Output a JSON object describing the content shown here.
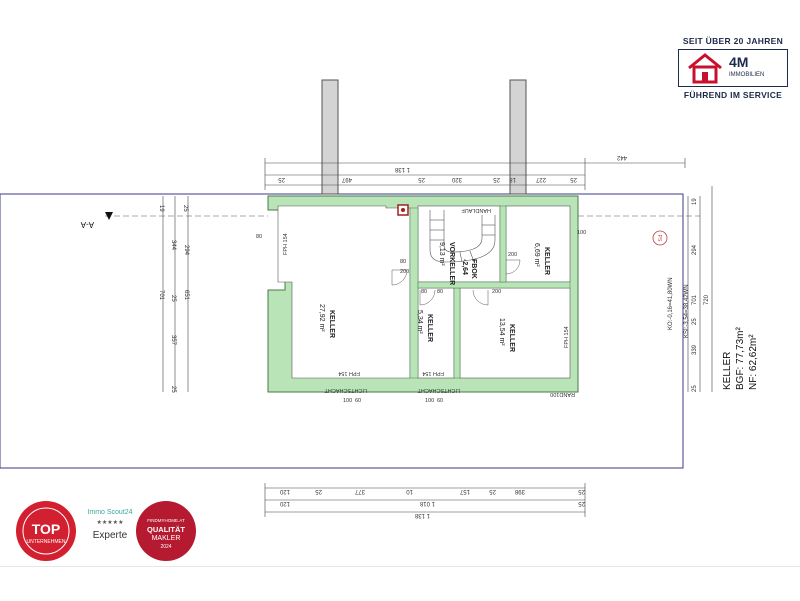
{
  "logo": {
    "tagline_top": "SEIT ÜBER 20 JAHREN",
    "brand": "4M",
    "brand_sub": "IMMOBILIEN",
    "tagline_bottom": "FÜHREND IM SERVICE",
    "accent": "#c8102e",
    "navy": "#1d2a4a"
  },
  "plan": {
    "section_marker": "A-A",
    "summary_title": "KELLER",
    "summary_bgf": "BGF: 77,73m²",
    "summary_nf": "NF: 62,62m²",
    "rooms": [
      {
        "name": "KELLER",
        "area": "27,92 m²"
      },
      {
        "name": "KELLER",
        "area": "5,34 m²"
      },
      {
        "name": "KELLER",
        "area": "13,54 m²"
      },
      {
        "name": "KELLER",
        "area": "6,69 m²"
      },
      {
        "name": "VORKELLER",
        "area": "9,13 m²"
      }
    ],
    "fbok": "FBOK",
    "fbok_level": "-2,64",
    "fph": "FPH 154",
    "door_size": "80",
    "door_height": "200",
    "window_size": "100",
    "window_size2": "60",
    "stair_label": "HANDLAUF",
    "ps_label": "PS",
    "ko_text": "KO:-0,16=41,80WN",
    "ksi_text": "KSI:-3,54=38,42WN",
    "dims_top": [
      "1 138",
      "25",
      "497",
      "25",
      "320",
      "25",
      "18",
      "227",
      "25",
      "442"
    ],
    "dims_bottom": [
      "1 138",
      "1 018",
      "120",
      "25",
      "377",
      "10",
      "157",
      "25",
      "398",
      "25",
      "120",
      "25"
    ],
    "dims_left": [
      "19",
      "25",
      "344",
      "701",
      "25",
      "357",
      "25",
      "294",
      "651"
    ],
    "dims_right": [
      "19",
      "294",
      "701",
      "720",
      "25",
      "339",
      "25"
    ],
    "small_labels": [
      "LICHTSCHACHT",
      "RAND100"
    ]
  },
  "badges": {
    "top_title": "TOP",
    "top_sub": "UNTERNEHMEN",
    "scout_brand": "Immo Scout24",
    "scout_title": "Experte",
    "findmyhome_brand": "FINDMYHOME.AT",
    "findmyhome_title": "QUALITÄT",
    "findmyhome_sub": "MAKLER",
    "findmyhome_year": "2024",
    "red": "#d22030",
    "teal": "#3aa6a0"
  }
}
